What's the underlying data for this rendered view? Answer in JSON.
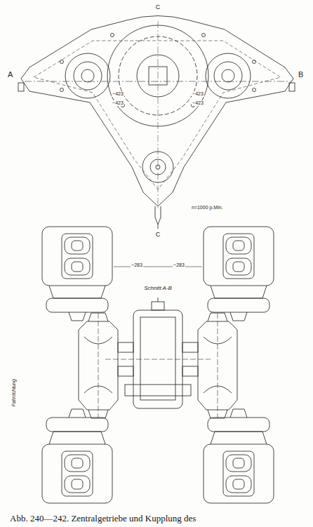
{
  "diagram": {
    "caption": "Abb. 240—242. Zentralgetriebe und Kupplung des",
    "labels": [
      "C",
      "A",
      "B",
      "~423",
      "~423",
      "~423",
      "~423",
      "n=1000 p.Min.",
      "C",
      "~283",
      "~283",
      "Schnitt A-B",
      "Fahrrichtung"
    ]
  }
}
